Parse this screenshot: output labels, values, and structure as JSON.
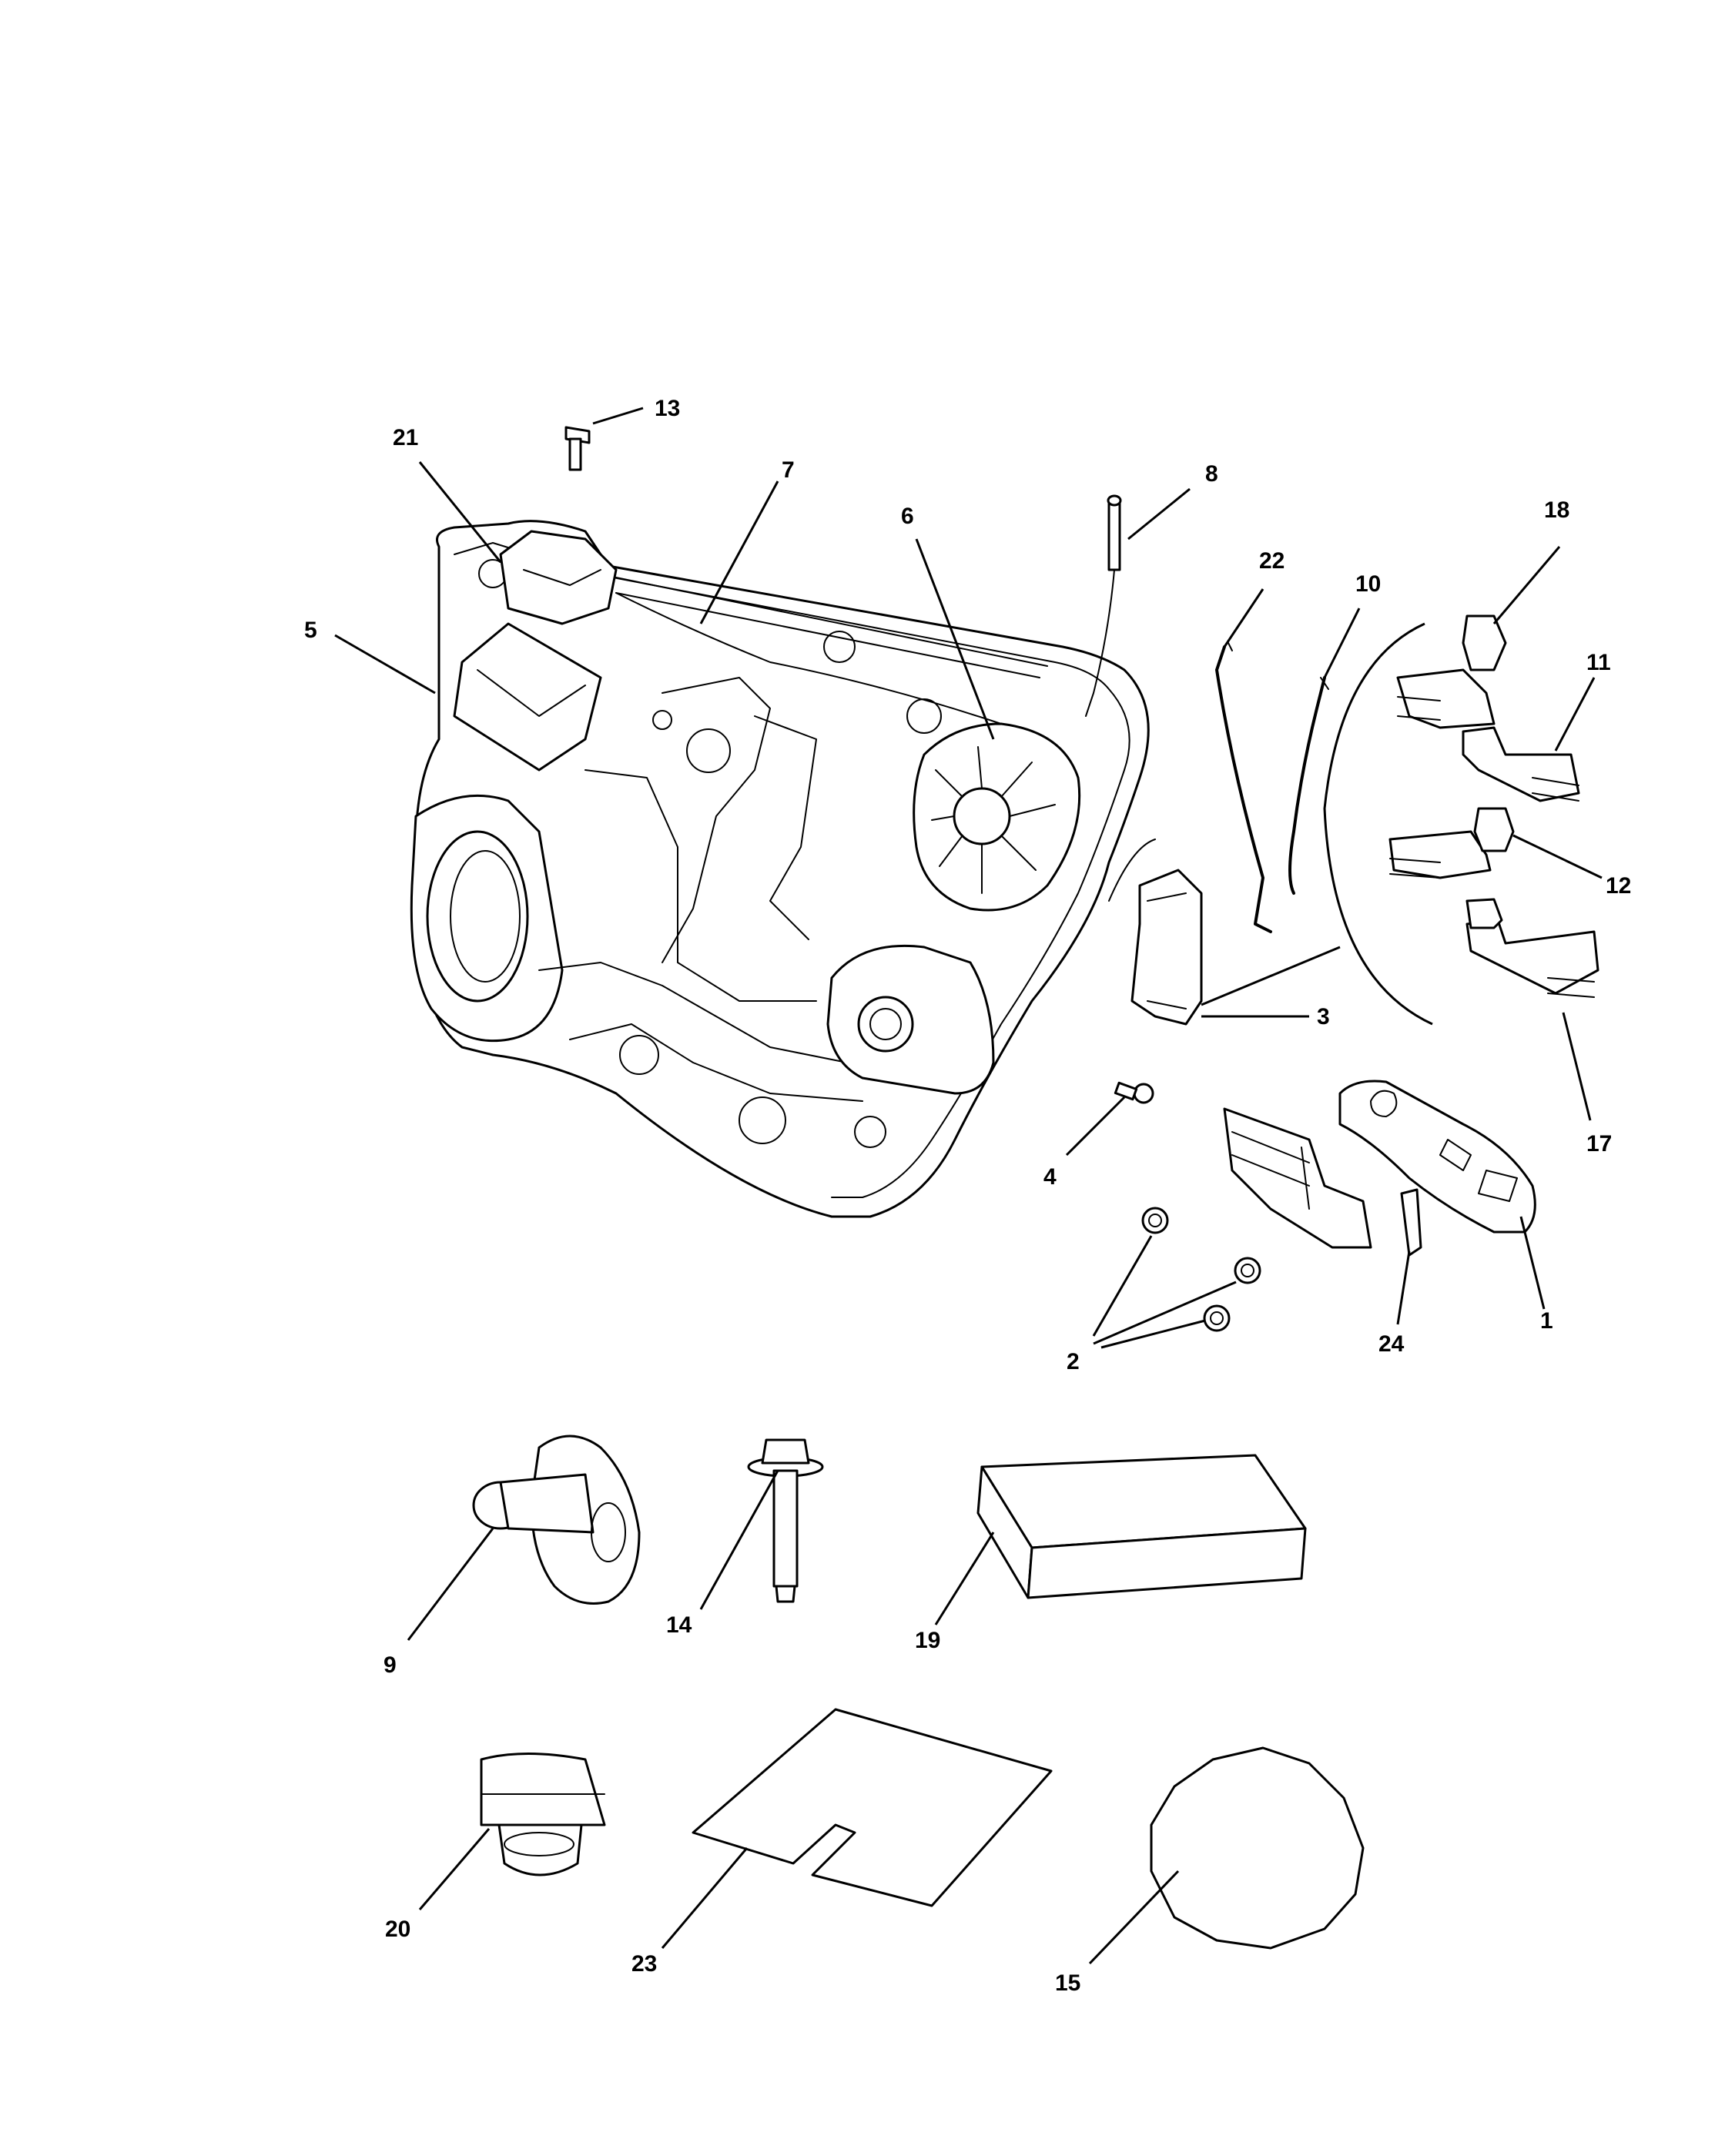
{
  "callouts": {
    "c1": "1",
    "c2": "2",
    "c3": "3",
    "c4": "4",
    "c5": "5",
    "c6": "6",
    "c7": "7",
    "c8": "8",
    "c9": "9",
    "c10": "10",
    "c11": "11",
    "c12": "12",
    "c13": "13",
    "c14": "14",
    "c15": "15",
    "c17": "17",
    "c18": "18",
    "c19": "19",
    "c20": "20",
    "c21": "21",
    "c22": "22",
    "c23": "23",
    "c24": "24"
  }
}
